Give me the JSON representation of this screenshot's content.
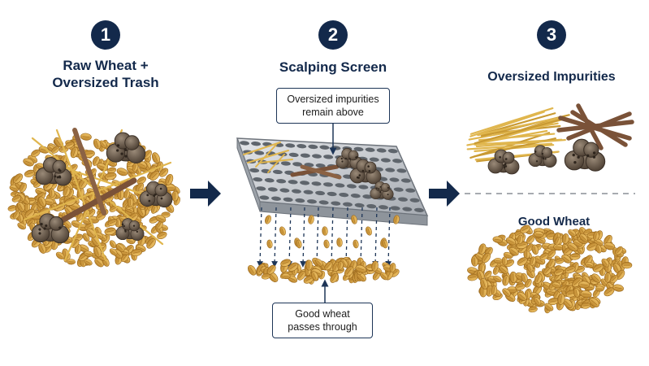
{
  "steps": [
    {
      "number": "1",
      "title_line1": "Raw Wheat +",
      "title_line2": "Oversized Trash"
    },
    {
      "number": "2",
      "title_line1": "Scalping Screen",
      "title_line2": ""
    },
    {
      "number": "3",
      "title_line1": "Oversized Impurities",
      "title_line2": ""
    }
  ],
  "callouts": {
    "above_line1": "Oversized impurities",
    "above_line2": "remain above",
    "through_line1": "Good wheat",
    "through_line2": "passes through"
  },
  "outputs": {
    "good_wheat_title": "Good Wheat"
  },
  "colors": {
    "navy": "#13294b",
    "grain": "#d9a441",
    "grain_dark": "#a8731f",
    "straw": "#e0b64e",
    "clod": "#6b5a49",
    "stick": "#7a5238",
    "screen": "#b8bcc2"
  }
}
